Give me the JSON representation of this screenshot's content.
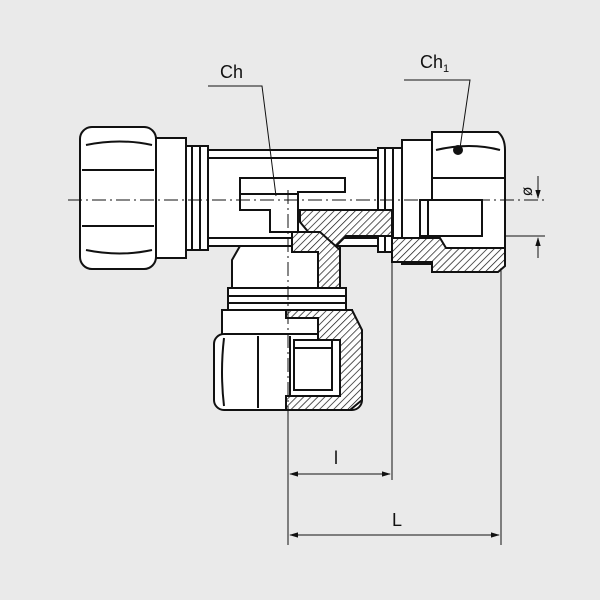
{
  "figure": {
    "background_color": "#eaeaea",
    "line_color": "#111111",
    "labels": {
      "ch": "Ch",
      "ch1_main": "Ch",
      "ch1_sub": "1",
      "diameter": "ø",
      "l_small": "l",
      "l_large": "L"
    }
  }
}
